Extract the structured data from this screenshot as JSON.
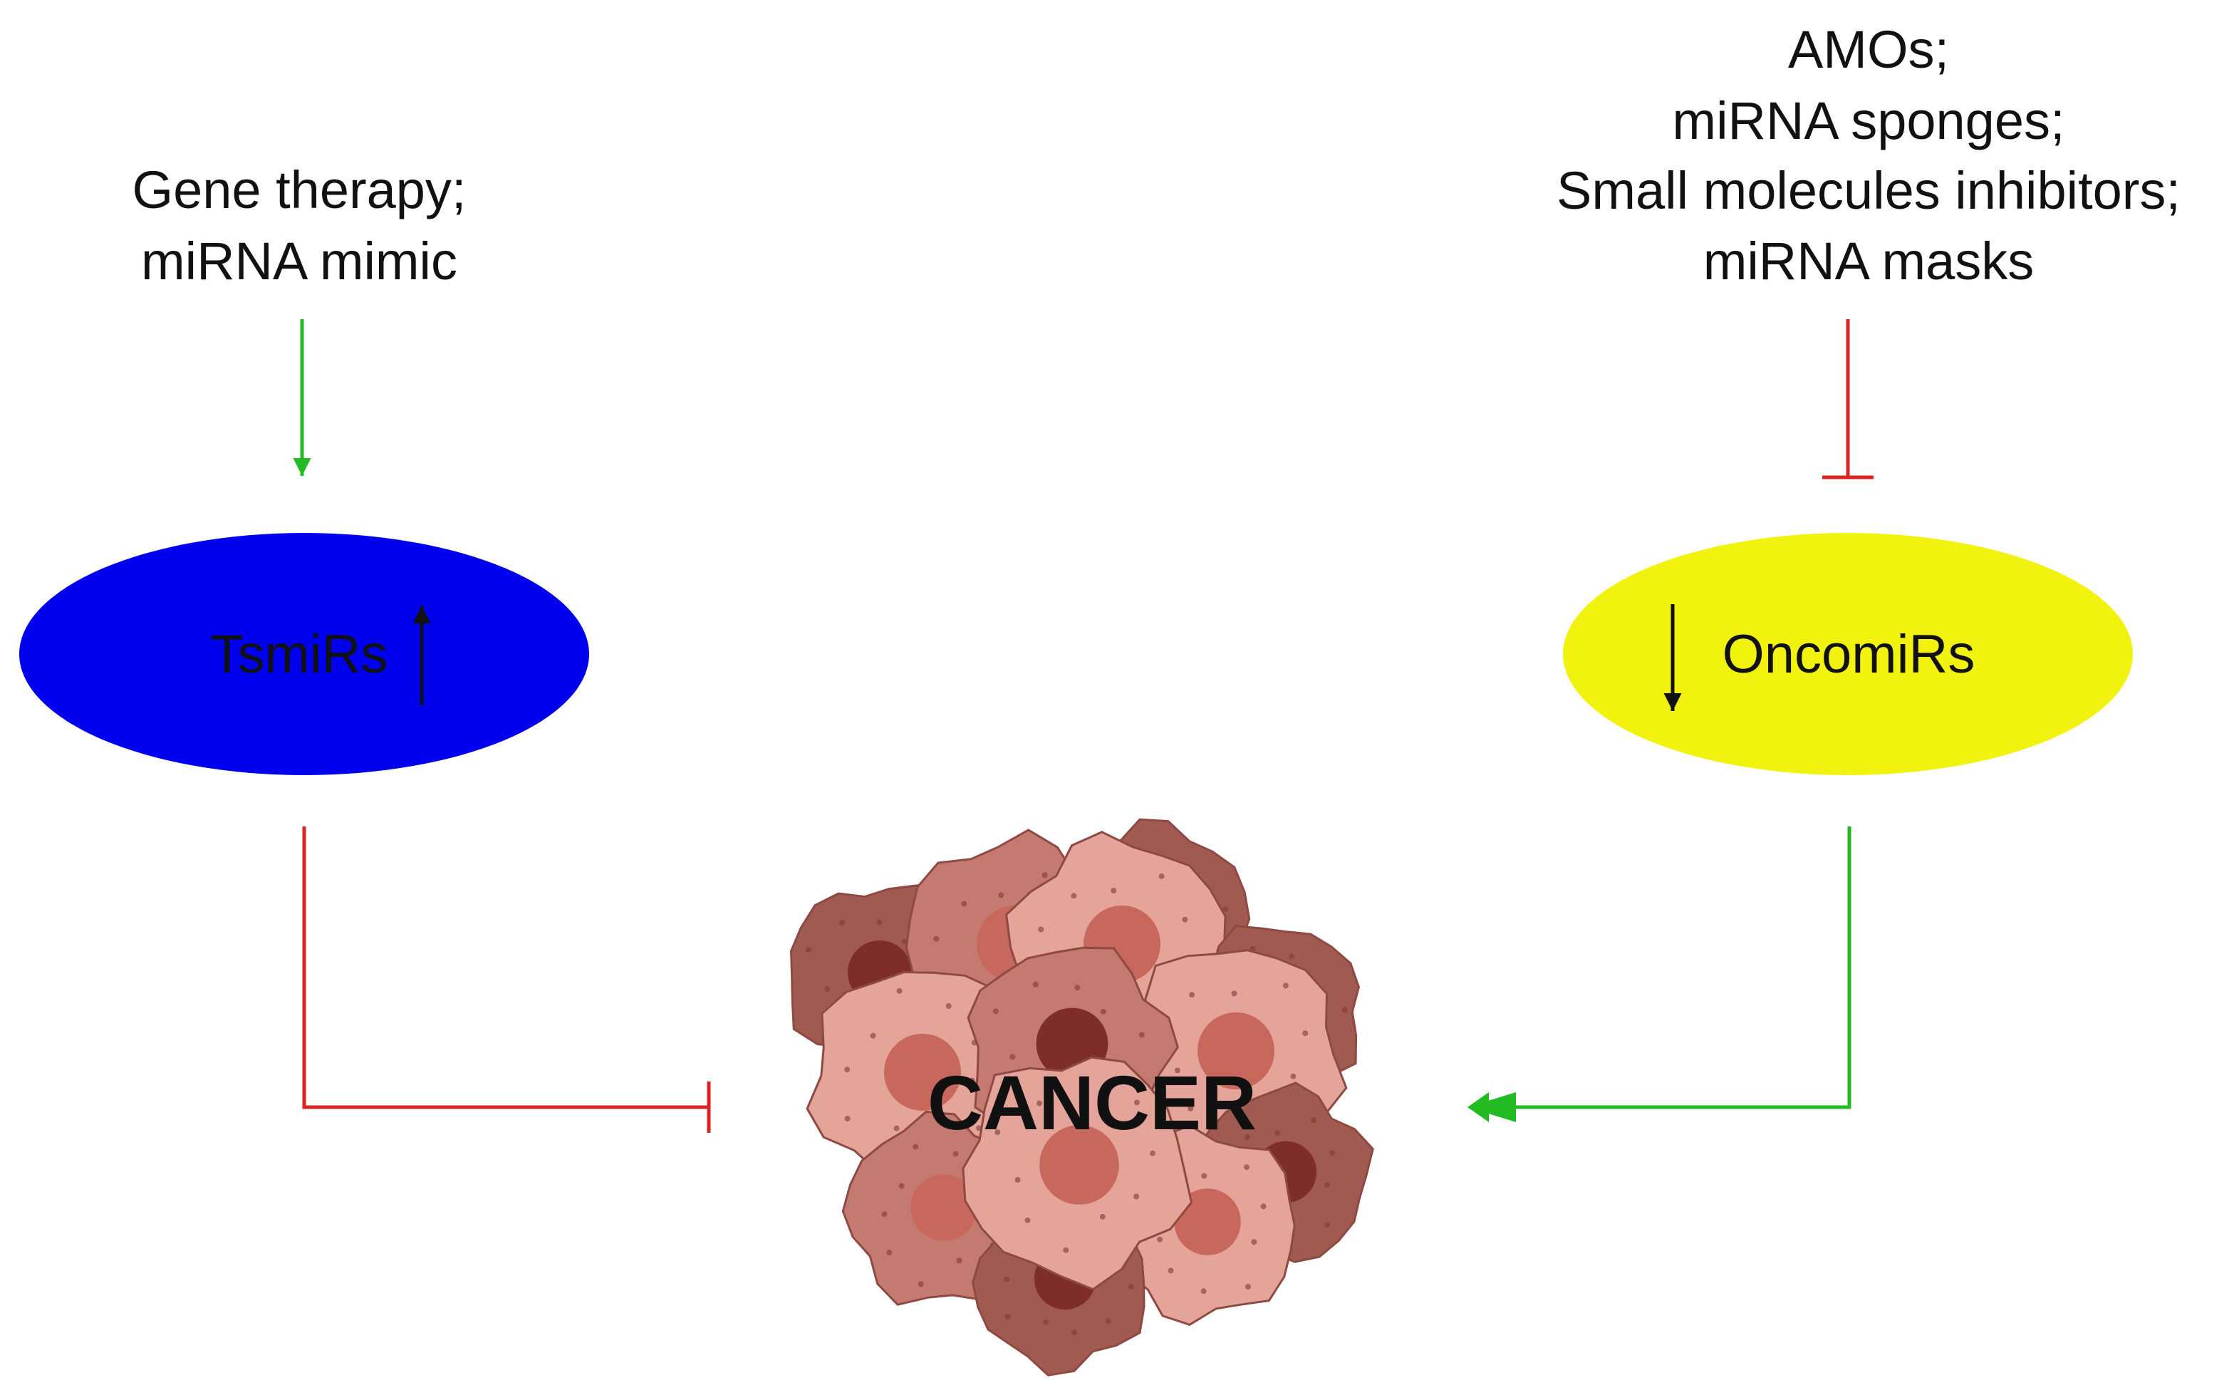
{
  "left_pathway": {
    "treatment_lines": [
      "Gene therapy;",
      "miRNA mimic"
    ],
    "node_label": "TsmiRs",
    "node_color": "#0000EE",
    "node_text_color": "#111111",
    "level_change": "up",
    "upstream_edge": {
      "type": "activation",
      "color": "#22BB22"
    },
    "downstream_edge": {
      "type": "inhibition",
      "color": "#DD2222"
    }
  },
  "right_pathway": {
    "treatment_lines": [
      "AMOs;",
      "miRNA sponges;",
      "Small molecules inhibitors;",
      "miRNA masks"
    ],
    "node_label": "OncomiRs",
    "node_color": "#F2F20F",
    "node_text_color": "#111111",
    "level_change": "down",
    "upstream_edge": {
      "type": "inhibition",
      "color": "#DD2222"
    },
    "downstream_edge": {
      "type": "activation",
      "color": "#22BB22"
    }
  },
  "cancer": {
    "label": "CANCER",
    "cell_colors": {
      "dark": "#A05A52",
      "mid": "#C47A70",
      "light": "#E4A49A",
      "nucleus_dark": "#7E2E24",
      "nucleus_light": "#C8685C"
    }
  }
}
